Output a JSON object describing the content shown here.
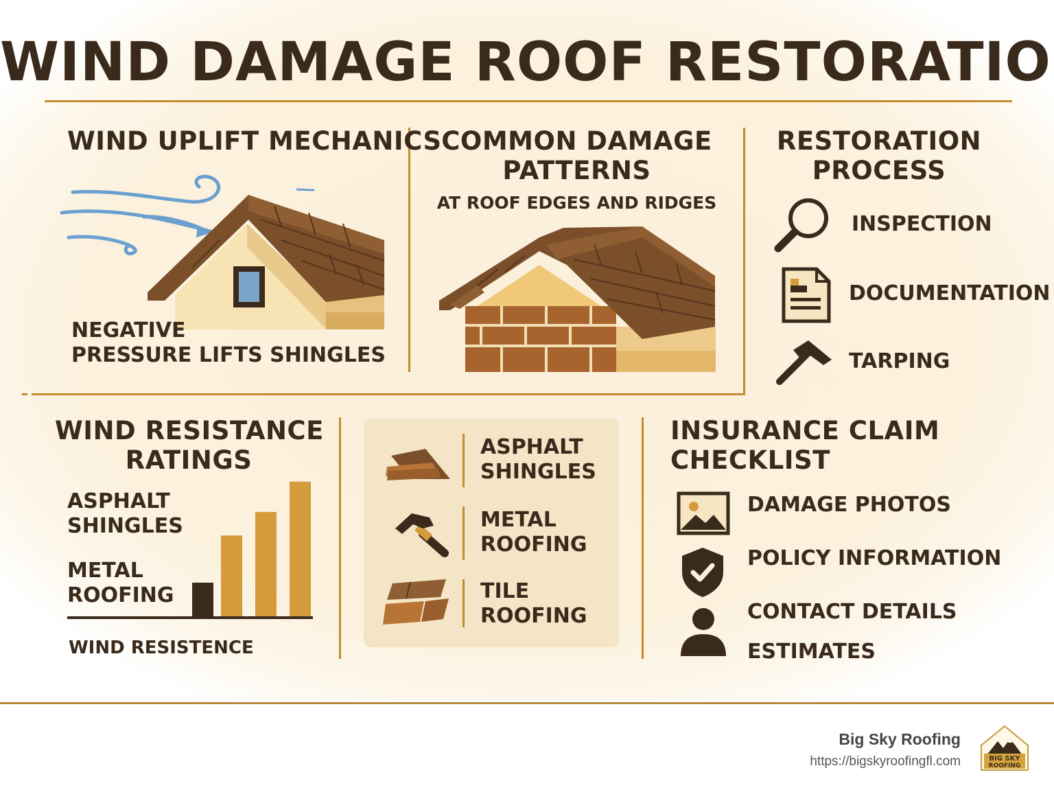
{
  "title": "WIND DAMAGE ROOF RESTORATION",
  "uplift": {
    "heading": "WIND UPLIFT MECHANICS",
    "caption_line1": "NEGATIVE",
    "caption_line2": "PRESSURE LIFTS SHINGLES"
  },
  "damage": {
    "heading_line1": "COMMON DAMAGE",
    "heading_line2": "PATTERNS",
    "subheading": "AT ROOF EDGES AND RIDGES"
  },
  "restoration": {
    "heading_line1": "RESTORATION",
    "heading_line2": "PROCESS",
    "steps": [
      {
        "label": "INSPECTION",
        "icon": "magnifier-icon"
      },
      {
        "label": "DOCUMENTATION",
        "icon": "document-icon"
      },
      {
        "label": "TARPING",
        "icon": "hammer-icon"
      }
    ]
  },
  "ratings": {
    "heading_line1": "WIND RESISTANCE",
    "heading_line2": "RATINGS",
    "label1_line1": "ASPHALT",
    "label1_line2": "SHINGLES",
    "label2_line1": "METAL",
    "label2_line2": "ROOFING",
    "axis_label": "WIND RESISTENCE",
    "colors": {
      "dark_bar": "#3a2a1c",
      "gold_bar": "#d49b3c"
    }
  },
  "chart_data": {
    "type": "bar",
    "categories": [
      "",
      "",
      "",
      ""
    ],
    "values": [
      1,
      2.4,
      3.1,
      4
    ],
    "xlabel": "WIND RESISTENCE",
    "ylabel": "",
    "ylim": [
      0,
      4.2
    ]
  },
  "materials": {
    "items": [
      {
        "line1": "ASPHALT",
        "line2": "SHINGLES",
        "icon": "shingle-icon"
      },
      {
        "line1": "METAL",
        "line2": "ROOFING",
        "icon": "hammer-icon"
      },
      {
        "line1": "TILE",
        "line2": "ROOFING",
        "icon": "tile-icon"
      }
    ]
  },
  "insurance": {
    "heading_line1": "INSURANCE CLAIM",
    "heading_line2": "CHECKLIST",
    "items": [
      {
        "label": "DAMAGE PHOTOS",
        "icon": "photo-icon"
      },
      {
        "label": "POLICY INFORMATION",
        "icon": "shield-check-icon"
      },
      {
        "label": "CONTACT DETAILS",
        "icon": "person-icon"
      },
      {
        "label": "ESTIMATES",
        "icon": ""
      }
    ]
  },
  "footer": {
    "brand": "Big Sky Roofing",
    "url": "https://bigskyroofingfl.com",
    "logo_text_line1": "BIG SKY",
    "logo_text_line2": "ROOFING"
  },
  "palette": {
    "background": "#fbf0da",
    "dark_brown": "#3a2a1c",
    "roof_brown": "#7a4f2a",
    "gold": "#c48b2c",
    "wind_blue": "#6a9fd0"
  }
}
